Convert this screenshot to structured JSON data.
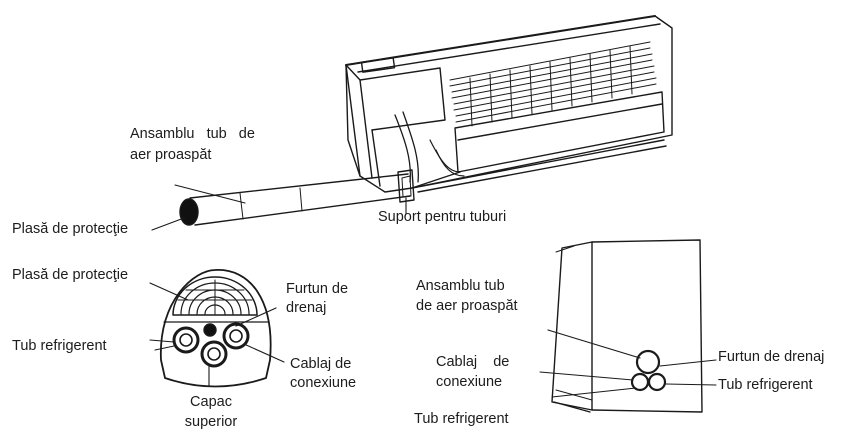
{
  "labels": {
    "fresh_air_top": {
      "line1": "Ansamblu   tub   de",
      "line2": "aer proaspăt"
    },
    "mesh_top": "Plasă de protecţie",
    "pipe_support": "Suport pentru tuburi",
    "mesh_mid": "Plasă de protecţie",
    "drain_hose_left": {
      "line1": "Furtun de",
      "line2": "drenaj"
    },
    "refrigerant_left": "Tub refrigerent",
    "wiring_left": {
      "line1": "Cablaj de",
      "line2": "conexiune"
    },
    "top_cover": {
      "line1": "Capac",
      "line2": "superior"
    },
    "fresh_air_right": {
      "line1": "Ansamblu tub",
      "line2": "de aer proaspăt"
    },
    "wiring_right": {
      "line1": "Cablaj    de",
      "line2": "conexiune"
    },
    "refrigerant_bottom": "Tub refrigerent",
    "drain_hose_right": "Furtun de drenaj",
    "refrigerant_right": "Tub refrigerent"
  }
}
